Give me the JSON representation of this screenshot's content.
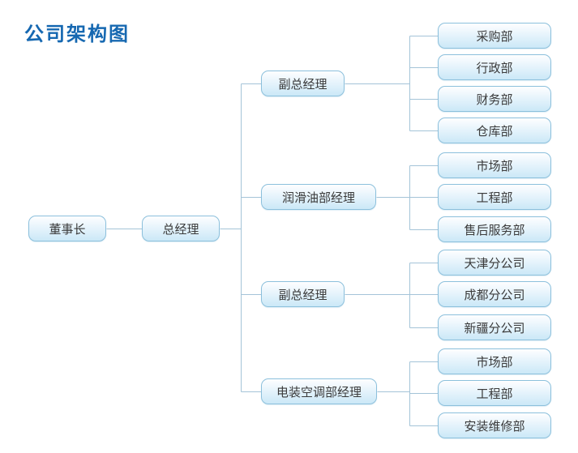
{
  "title": "公司架构图",
  "colors": {
    "title": "#1668b1",
    "box_border": "#8cc0dc",
    "box_fill_top": "#fefeff",
    "box_fill_bottom": "#cbe8f7",
    "connector_line": "#a4c4d8",
    "text": "#3b3b3b",
    "background": "#ffffff"
  },
  "org": {
    "chairman": {
      "label": "董事长"
    },
    "general_manager": {
      "label": "总经理"
    },
    "managers": [
      {
        "label": "副总经理",
        "departments": [
          "采购部",
          "行政部",
          "财务部",
          "仓库部"
        ]
      },
      {
        "label": "润滑油部经理",
        "departments": [
          "市场部",
          "工程部",
          "售后服务部"
        ]
      },
      {
        "label": "副总经理",
        "departments": [
          "天津分公司",
          "成都分公司",
          "新疆分公司"
        ]
      },
      {
        "label": "电装空调部经理",
        "departments": [
          "市场部",
          "工程部",
          "安装维修部"
        ]
      }
    ]
  }
}
